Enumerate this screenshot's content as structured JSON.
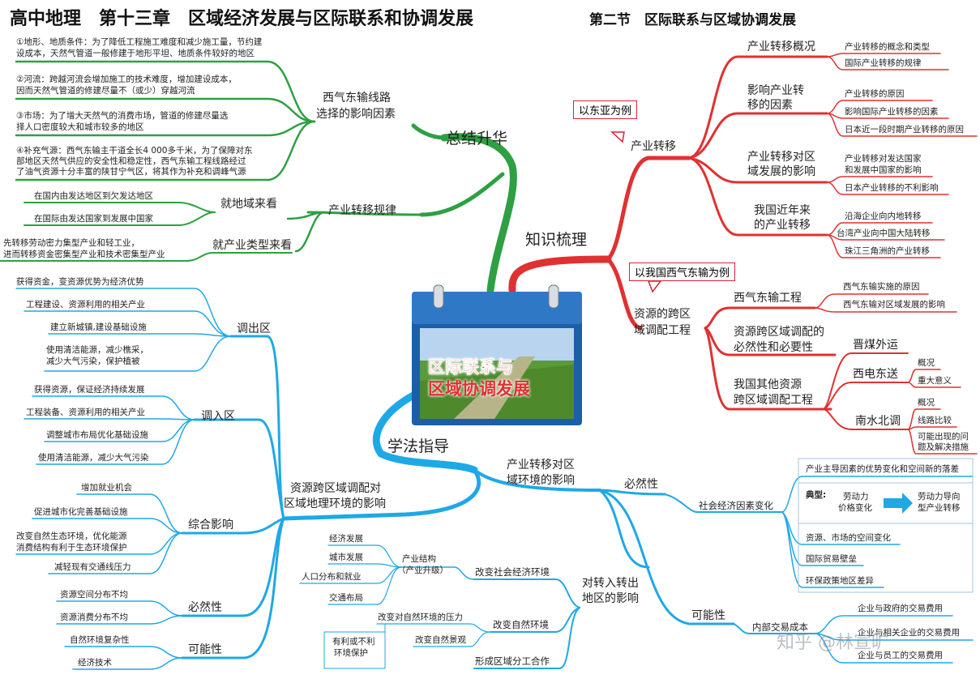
{
  "header": {
    "title": "高中地理　第十三章　区域经济发展与区际联系和协调发展",
    "subtitle": "第二节　区际联系与区域协调发展"
  },
  "center": {
    "label_line1": "区际联系与",
    "label_line2": "区域协调发展"
  },
  "branches": {
    "summary": "总结升华",
    "knowledge": "知识梳理",
    "method": "学法指导"
  },
  "summary_section": {
    "pipeline_title_line1": "西气东输线路",
    "pipeline_title_line2": "选择的影响因素",
    "factors": [
      {
        "line1": "①地形、地质条件：为了降低工程施工难度和减少施工量，节约建",
        "line2": "设成本，天然气管道一般修建于地形平坦、地质条件较好的地区"
      },
      {
        "line1": "②河流：跨越河流会增加施工的技术难度，增加建设成本，",
        "line2": "因而天然气管道的修建尽量不（或少）穿越河流"
      },
      {
        "line1": "③市场：为了增大天然气的消费市场，管道的修建尽量选",
        "line2": "择人口密度较大和城市较多的地区"
      },
      {
        "line1": "④补充气源：西气东输主干道全长4 000多千米，为了保障对东",
        "line2": "部地区天然气供应的安全性和稳定性，西气东输工程线路经过",
        "line3": "了油气资源十分丰富的陕甘宁气区，将其作为补充和调峰气源"
      }
    ],
    "transfer_law": "产业转移规律",
    "regional_view": "就地域来看",
    "regional_items": [
      "在国内由发达地区到欠发达地区",
      "在国际由发达国家到发展中国家"
    ],
    "type_view": "就产业类型来看",
    "type_item_line1": "先转移劳动密力集型产业和轻工业，",
    "type_item_line2": "进而转移资金密集型产业和技术密集型产业"
  },
  "knowledge_section": {
    "industry_transfer": "产业转移",
    "callout_east_asia": "以东亚为例",
    "overview": "产业转移概况",
    "overview_items": [
      "产业转移的概念和类型",
      "国际产业转移的规律"
    ],
    "factors_line1": "影响产业转",
    "factors_line2": "移的因素",
    "factors_items": [
      "产业转移的原因",
      "影响国际产业转移的因素",
      "日本近一段时期产业转移的原因"
    ],
    "impact_line1": "产业转移对区",
    "impact_line2": "域发展的影响",
    "impact_items": [
      "产业转移对发达国家",
      "和发展中国家的影响",
      "日本产业转移的不利影响"
    ],
    "recent_line1": "我国近年来",
    "recent_line2": "的产业转移",
    "recent_items": [
      "沿海企业向内地转移",
      "台湾产业向中国大陆转移",
      "珠江三角洲的产业转移"
    ],
    "callout_pipeline": "以我国西气东输为例",
    "allocation_line1": "资源的跨区",
    "allocation_line2": "域调配工程",
    "pipeline_project": "西气东输工程",
    "pipeline_items": [
      "西气东输实施的原因",
      "西气东输对区域发展的影响"
    ],
    "necessity_line1": "资源跨区域调配的",
    "necessity_line2": "必然性和必要性",
    "other_line1": "我国其他资源",
    "other_line2": "跨区域调配工程",
    "coal": "晋煤外运",
    "power": "西电东送",
    "power_items": [
      "概况",
      "重大意义"
    ],
    "water": "南水北调",
    "water_items": [
      "概况",
      "线路比较"
    ],
    "water_problem_line1": "可能出现的问",
    "water_problem_line2": "题及解决措施"
  },
  "method_section": {
    "out_region": "调出区",
    "out_items": [
      "获得资金，变资源优势为经济优势",
      "工程建设、资源利用的相关产业",
      "建立新城镇,建设基础设施"
    ],
    "out_clean_line1": "使用清洁能源，减少樵采，",
    "out_clean_line2": "减少大气污染，保护植被",
    "in_region": "调入区",
    "in_items": [
      "获得资源，保证经济持续发展",
      "工程装备、资源利用的相关产业",
      "调整城市布局优化基础设施",
      "使用清洁能源，减少大气污染"
    ],
    "allocation_env_line1": "资源跨区域调配对",
    "allocation_env_line2": "区域地理环境的影响",
    "overall": "综合影响",
    "overall_items": [
      "增加就业机会",
      "促进城市化完善基础设施"
    ],
    "overall_env_line1": "改变自然生态环境，优化能源",
    "overall_env_line2": "消费结构有利于生态环境保护",
    "overall_traffic": "减轻现有交通线压力",
    "inevitability": "必然性",
    "inevitability_items": [
      "资源空间分布不均",
      "资源消费分布不均"
    ],
    "possibility": "可能性",
    "possibility_items": [
      "自然环境复杂性",
      "经济技术"
    ],
    "transfer_env_line1": "产业转移对区",
    "transfer_env_line2": "域环境的影响",
    "necessity": "必然性",
    "socio_change": "社会经济因素变化",
    "socio_top": "产业主导因素的优势变化和空间新的落差",
    "typical_label": "典型:",
    "typical_from_line1": "劳动力",
    "typical_from_line2": "价格变化",
    "typical_to_line1": "劳动力导向",
    "typical_to_line2": "型产业转移",
    "socio_items": [
      "资源、市场的空间变化",
      "国际贸易壁垒",
      "环保政策地区差异"
    ],
    "possibility2": "可能性",
    "internal_cost": "内部交易成本",
    "cost_items": [
      "企业与政府的交易费用",
      "企业与相关企业的交易费用",
      "企业与员工的交易费用"
    ],
    "impact_in_line1": "对转入转出",
    "impact_in_line2": "地区的影响",
    "socio_env": "改变社会经济环境",
    "structure_line1": "产业结构",
    "structure_line2": "（产业升级）",
    "structure_items": [
      "经济发展",
      "城市发展",
      "人口分布和就业",
      "交通布局"
    ],
    "natural_env": "改变自然环境",
    "pressure": "改变对自然环境的压力",
    "landscape": "改变自然景观",
    "benefit_line1": "有利或不利",
    "benefit_line2": "环境保护",
    "division": "形成区域分工合作"
  },
  "watermark": "知乎 @林宣旷",
  "colors": {
    "green": "#2ea043",
    "red": "#e03131",
    "blue": "#1fa8e6",
    "center_fill": "#1d5ea8",
    "title_text": "#111111"
  }
}
